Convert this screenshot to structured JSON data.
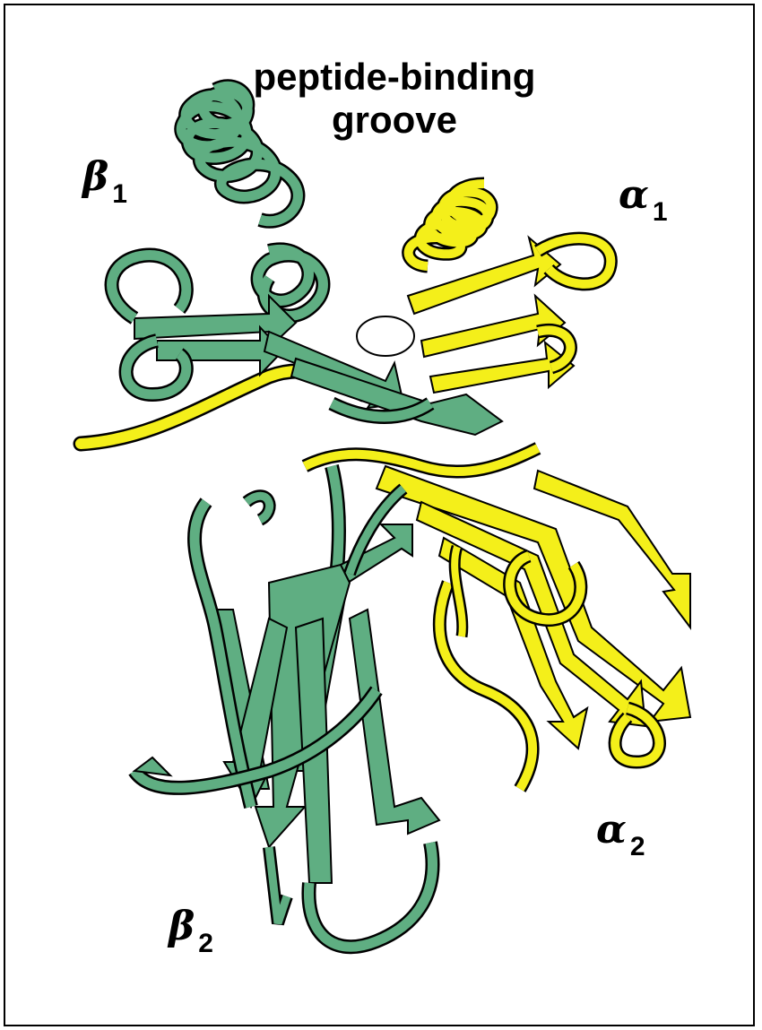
{
  "title_line1": "peptide-binding",
  "title_line2": "groove",
  "labels": {
    "beta1": {
      "letter": "β",
      "sub": "1"
    },
    "alpha1": {
      "letter": "α",
      "sub": "1"
    },
    "alpha2": {
      "letter": "α",
      "sub": "2"
    },
    "beta2": {
      "letter": "β",
      "sub": "2"
    }
  },
  "colors": {
    "beta_chain": "#5fae82",
    "alpha_chain": "#f4ef1a",
    "outline": "#000000",
    "background": "#ffffff"
  }
}
